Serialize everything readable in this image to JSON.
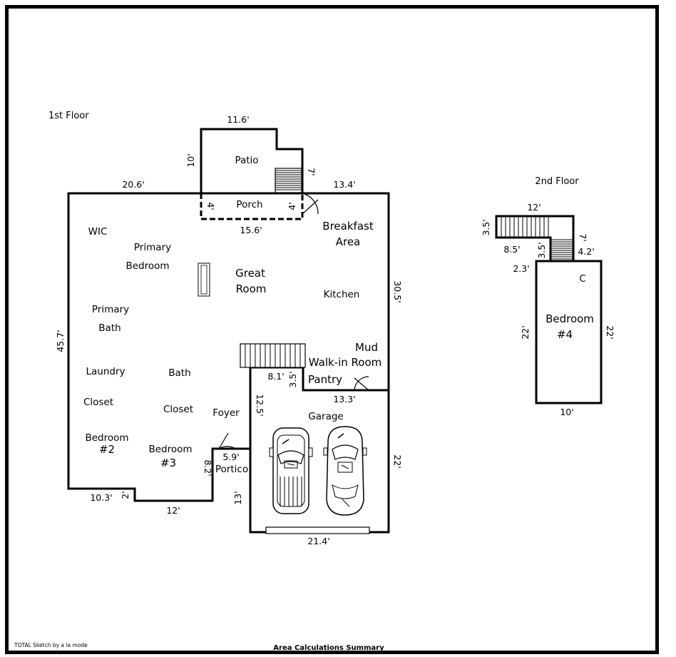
{
  "floors": {
    "first": "1st Floor",
    "second": "2nd Floor"
  },
  "rooms": {
    "patio": "Patio",
    "porch": "Porch",
    "breakfast_1": "Breakfast",
    "breakfast_2": "Area",
    "wic": "WIC",
    "primary_bedroom_1": "Primary",
    "primary_bedroom_2": "Bedroom",
    "great_room_1": "Great",
    "great_room_2": "Room",
    "kitchen": "Kitchen",
    "primary_bath_1": "Primary",
    "primary_bath_2": "Bath",
    "mud_room_1": "Mud",
    "mud_room_2": "Walk-in Room",
    "pantry": "Pantry",
    "laundry": "Laundry",
    "bath": "Bath",
    "closet_1": "Closet",
    "closet_2": "Closet",
    "foyer": "Foyer",
    "garage": "Garage",
    "bedroom2_1": "Bedroom",
    "bedroom2_2": "#2",
    "bedroom3_1": "Bedroom",
    "bedroom3_2": "#3",
    "portico": "Portico",
    "bedroom4_1": "Bedroom",
    "bedroom4_2": "#4",
    "closet_c": "C"
  },
  "dimensions": {
    "patio_top": "11.6'",
    "patio_left": "10'",
    "patio_right": "7'",
    "top_left": "20.6'",
    "top_right": "13.4'",
    "porch_left": "4'",
    "porch_right": "4'",
    "porch_bottom": "15.6'",
    "right_upper": "30.5'",
    "left_side": "45.7'",
    "mud_width": "8.1'",
    "mud_step": "3.5'",
    "pantry_bottom": "13.3'",
    "garage_left": "12.5'",
    "garage_right": "22'",
    "garage_bottom": "21.4'",
    "portico_width": "5.9'",
    "portico_depth": "8.2'",
    "garage_lower_left": "13'",
    "bottom_left": "10.3'",
    "bottom_step": "2'",
    "bottom_mid": "12'",
    "stair_top": "12'",
    "stair_left": "3.5'",
    "stair_bottom": "8.5'",
    "stair_drop": "3.5'",
    "stair_right": "7'",
    "stair_offset": "4.2'",
    "bedroom4_offset": "2.3'",
    "bedroom4_left": "22'",
    "bedroom4_right": "22'",
    "bedroom4_bottom": "10'"
  },
  "footer": {
    "credit": "TOTAL Sketch by a la mode",
    "summary": "Area Calculations Summary"
  }
}
